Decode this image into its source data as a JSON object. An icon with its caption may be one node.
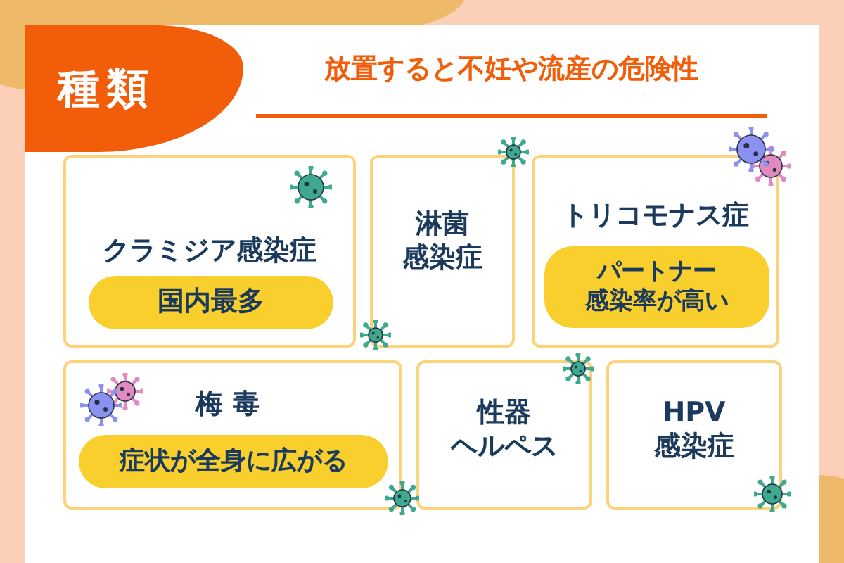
{
  "diagram": {
    "title": "放置すると不妊や流産の危険性",
    "nodes": [
      {
        "text": [
          "種類"
        ]
      },
      {
        "text": [
          "クラミジア感染症"
        ]
      },
      {
        "text": [
          "国内最多"
        ],
        "in": 1
      },
      {
        "text": [
          "淋菌感染症"
        ]
      },
      {
        "text": [
          "トリコモナス症"
        ]
      },
      {
        "text": [
          "パートナー感染率が高い"
        ],
        "in": 4
      },
      {
        "text": [
          "梅毒"
        ]
      },
      {
        "text": [
          "症状が全身に広がる"
        ],
        "in": 6
      },
      {
        "text": [
          "性器ヘルペス"
        ]
      },
      {
        "text": [
          "HPV感染症"
        ]
      }
    ]
  }
}
